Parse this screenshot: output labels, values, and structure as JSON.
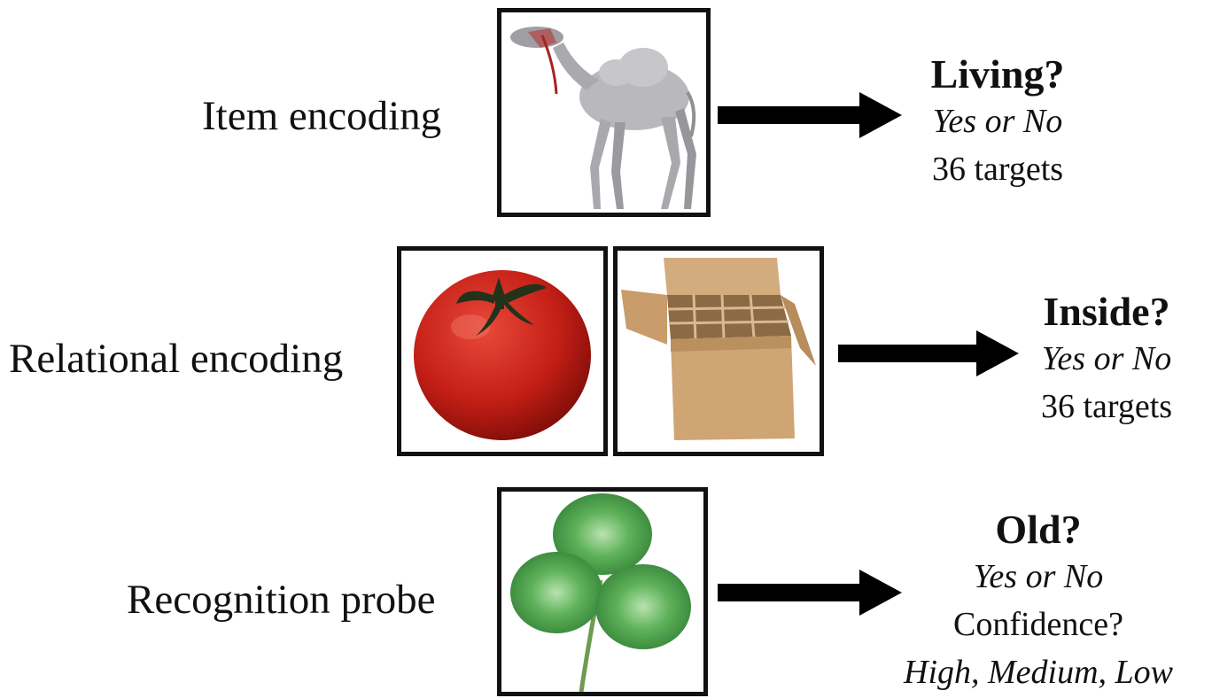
{
  "rows": [
    {
      "label": "Item encoding",
      "images": [
        "camel-image"
      ],
      "question": "Living?",
      "answer": "Yes or No",
      "detail": "36 targets"
    },
    {
      "label": "Relational encoding",
      "images": [
        "tomato-image",
        "cardboard-box-image"
      ],
      "question": "Inside?",
      "answer": "Yes or No",
      "detail": "36 targets"
    },
    {
      "label": "Recognition probe",
      "images": [
        "clover-leaf-image"
      ],
      "question": "Old?",
      "answer": "Yes or No",
      "detail": "Confidence?",
      "options": "High, Medium, Low"
    }
  ],
  "colors": {
    "frame": "#111111",
    "arrow": "#000000",
    "text": "#111111"
  }
}
